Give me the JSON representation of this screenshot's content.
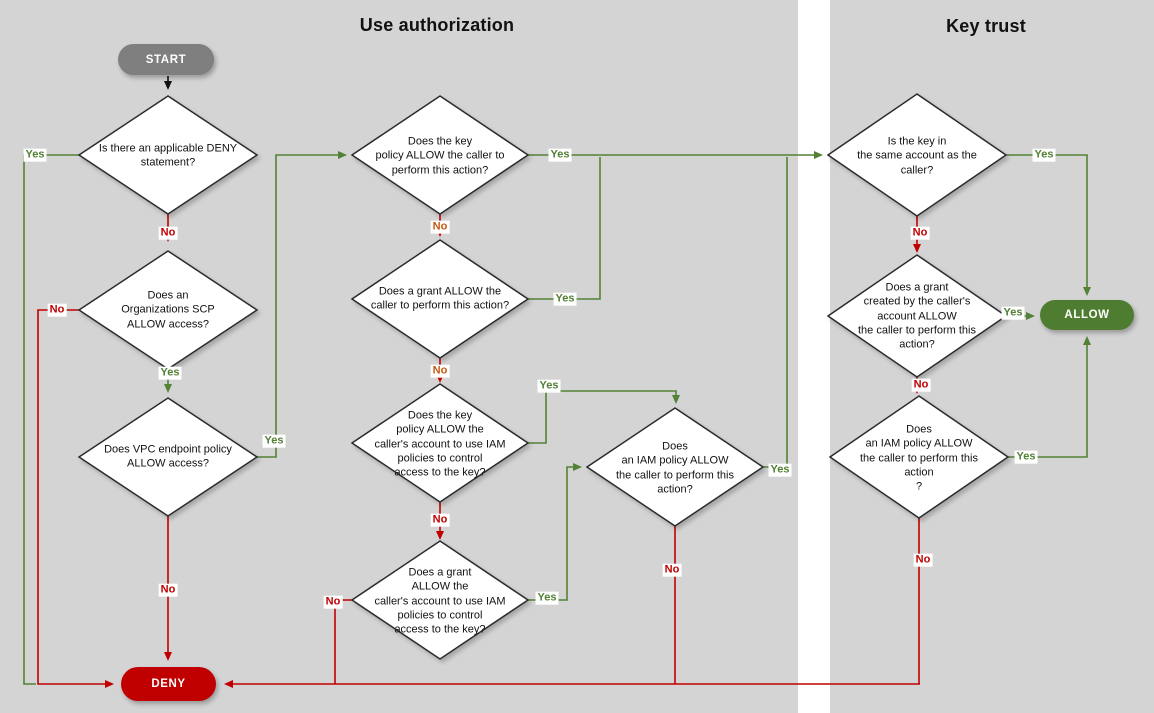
{
  "titles": {
    "use_authorization": "Use authorization",
    "key_trust": "Key trust"
  },
  "terminals": {
    "start": {
      "label": "START"
    },
    "deny": {
      "label": "DENY"
    },
    "allow": {
      "label": "ALLOW"
    }
  },
  "decisions": {
    "deny_statement": {
      "text": "Is there an applicable DENY\nstatement?"
    },
    "org_scp": {
      "text": "Does an\nOrganizations SCP\nALLOW access?"
    },
    "vpc_endpoint": {
      "text": "Does VPC endpoint policy\nALLOW access?"
    },
    "key_policy_allow": {
      "text": "Does the key\npolicy ALLOW the caller to\nperform this action?"
    },
    "grant_allow": {
      "text": "Does a grant ALLOW the\ncaller to perform this action?"
    },
    "key_policy_iam": {
      "text": "Does the key\npolicy ALLOW the\ncaller's account to use IAM\npolicies to control\naccess to the key?"
    },
    "grant_iam": {
      "text": "Does a grant\nALLOW the\ncaller's account to use IAM\npolicies to control\naccess to the key?"
    },
    "iam_policy_use": {
      "text": "Does\nan IAM policy ALLOW\nthe caller to perform this\naction?"
    },
    "same_account": {
      "text": "Is the key in\nthe same account as the\ncaller?"
    },
    "grant_caller_account": {
      "text": "Does a grant\ncreated by the caller's\naccount ALLOW\nthe caller to perform this\naction?"
    },
    "iam_policy_trust": {
      "text": "Does\nan IAM policy ALLOW\nthe caller to perform this\naction\n?"
    }
  },
  "labels": {
    "d1_yes": {
      "text": "Yes",
      "color": "green"
    },
    "d1_no": {
      "text": "No",
      "color": "red"
    },
    "d2_no": {
      "text": "No",
      "color": "red"
    },
    "d2_yes": {
      "text": "Yes",
      "color": "green"
    },
    "d3_yes": {
      "text": "Yes",
      "color": "green"
    },
    "d3_no": {
      "text": "No",
      "color": "red"
    },
    "m1_yes": {
      "text": "Yes",
      "color": "green"
    },
    "m1_no": {
      "text": "No",
      "color": "orange"
    },
    "m2_yes": {
      "text": "Yes",
      "color": "green"
    },
    "m2_no": {
      "text": "No",
      "color": "orange"
    },
    "m3_yes": {
      "text": "Yes",
      "color": "green"
    },
    "m3_no": {
      "text": "No",
      "color": "red"
    },
    "m4_yes": {
      "text": "Yes",
      "color": "green"
    },
    "m4_no": {
      "text": "No",
      "color": "red"
    },
    "iam_yes": {
      "text": "Yes",
      "color": "green"
    },
    "iam_no": {
      "text": "No",
      "color": "red"
    },
    "r1_yes": {
      "text": "Yes",
      "color": "green"
    },
    "r1_no": {
      "text": "No",
      "color": "red"
    },
    "r2_yes": {
      "text": "Yes",
      "color": "green"
    },
    "r2_no": {
      "text": "No",
      "color": "red"
    },
    "r3_yes": {
      "text": "Yes",
      "color": "green"
    },
    "r3_no": {
      "text": "No",
      "color": "red"
    }
  },
  "colors": {
    "background": "#d4d4d4",
    "divider": "#ffffff",
    "yes_green": "#538135",
    "no_red": "#c00000",
    "no_orange": "#c55a11",
    "start_gray": "#7f7f7f",
    "deny_red": "#c00000",
    "allow_green": "#4e7d31",
    "shape_fill": "#ffffff",
    "shape_stroke": "#2b2b2b"
  }
}
